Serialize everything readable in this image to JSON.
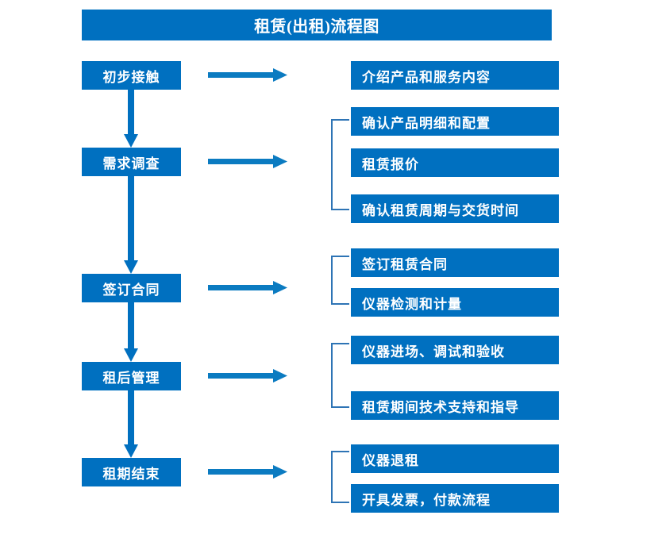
{
  "chart_data": {
    "type": "diagram",
    "title": "租赁(出租)流程图",
    "orientation": "vertical-left-stages-with-right-details",
    "accent_color": "#0070C0",
    "text_color": "#FFFFFF",
    "background": "#FFFFFF"
  },
  "header": {
    "title": "租赁(出租)流程图"
  },
  "stages": [
    {
      "id": "stage-1",
      "label": "初步接触"
    },
    {
      "id": "stage-2",
      "label": "需求调查"
    },
    {
      "id": "stage-3",
      "label": "签订合同"
    },
    {
      "id": "stage-4",
      "label": "租后管理"
    },
    {
      "id": "stage-5",
      "label": "租期结束"
    }
  ],
  "details": [
    {
      "id": "detail-1-1",
      "label": "介绍产品和服务内容"
    },
    {
      "id": "detail-2-1",
      "label": "确认产品明细和配置"
    },
    {
      "id": "detail-2-2",
      "label": "租赁报价"
    },
    {
      "id": "detail-2-3",
      "label": "确认租赁周期与交货时间"
    },
    {
      "id": "detail-3-1",
      "label": "签订租赁合同"
    },
    {
      "id": "detail-3-2",
      "label": "仪器检测和计量"
    },
    {
      "id": "detail-4-1",
      "label": "仪器进场、调试和验收"
    },
    {
      "id": "detail-4-2",
      "label": "租赁期间技术支持和指导"
    },
    {
      "id": "detail-5-1",
      "label": "仪器退租"
    },
    {
      "id": "detail-5-2",
      "label": "开具发票，付款流程"
    }
  ],
  "connectors": {
    "down_arrow_count": 4,
    "right_arrow_count": 5,
    "bracket_count": 4
  }
}
